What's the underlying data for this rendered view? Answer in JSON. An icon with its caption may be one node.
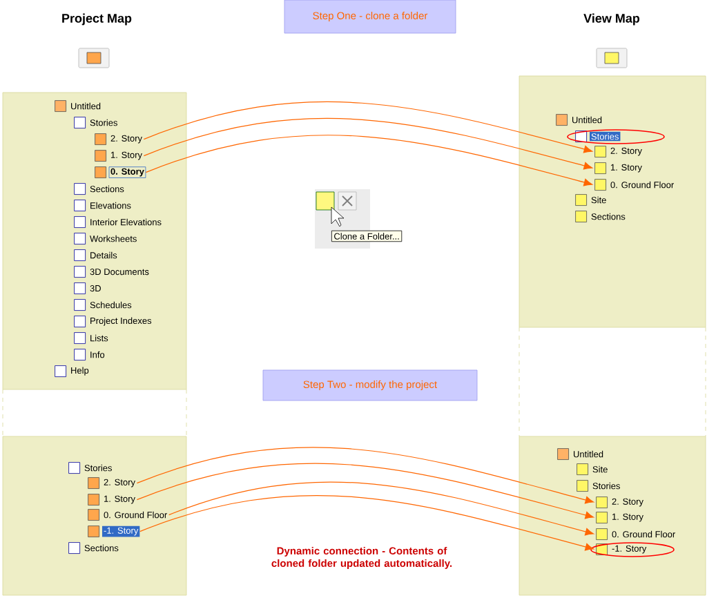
{
  "diagram": {
    "nodes": [
      {
        "text": [
          "Step One - clone a folder"
        ]
      },
      {
        "text": [
          "Step Two - modify the project"
        ]
      },
      {
        "text": [],
        "shape": "box"
      },
      {
        "text": [
          "Untitled"
        ],
        "in": 2
      },
      {
        "text": [
          "Stories"
        ],
        "in": 2
      },
      {
        "text": [
          "2. Story"
        ],
        "in": 2
      },
      {
        "text": [
          "1. Story"
        ],
        "in": 2
      },
      {
        "text": [
          "0. Story"
        ],
        "in": 2
      },
      {
        "text": [
          "Sections"
        ],
        "in": 2
      },
      {
        "text": [
          "Elevations"
        ],
        "in": 2
      },
      {
        "text": [
          "Interior Elevations"
        ],
        "in": 2
      },
      {
        "text": [
          "Worksheets"
        ],
        "in": 2
      },
      {
        "text": [
          "Details"
        ],
        "in": 2
      },
      {
        "text": [
          "3D Documents"
        ],
        "in": 2
      },
      {
        "text": [
          "3D"
        ],
        "in": 2
      },
      {
        "text": [
          "Schedules"
        ],
        "in": 2
      },
      {
        "text": [
          "Project Indexes"
        ],
        "in": 2
      },
      {
        "text": [
          "Lists"
        ],
        "in": 2
      },
      {
        "text": [
          "Info"
        ],
        "in": 2
      },
      {
        "text": [
          "Help"
        ],
        "in": 2
      },
      {
        "text": [],
        "shape": "box"
      },
      {
        "text": [
          "Untitled"
        ],
        "in": 20
      },
      {
        "text": [
          "Stories"
        ],
        "in": 20
      },
      {
        "text": [
          "2. Story"
        ],
        "in": 20
      },
      {
        "text": [
          "1. Story"
        ],
        "in": 20
      },
      {
        "text": [
          "0. Ground Floor"
        ],
        "in": 20
      },
      {
        "text": [
          "Site"
        ],
        "in": 20
      },
      {
        "text": [
          "Sections"
        ],
        "in": 20
      },
      {
        "text": [],
        "shape": "box"
      },
      {
        "text": [
          "Stories"
        ],
        "in": 28
      },
      {
        "text": [
          "2. Story"
        ],
        "in": 28
      },
      {
        "text": [
          "1. Story"
        ],
        "in": 28
      },
      {
        "text": [
          "0. Ground Floor"
        ],
        "in": 28
      },
      {
        "text": [
          "-1. Story"
        ],
        "in": 28
      },
      {
        "text": [
          "Sections"
        ],
        "in": 28
      },
      {
        "text": [],
        "shape": "box"
      },
      {
        "text": [
          "Untitled"
        ],
        "in": 35
      },
      {
        "text": [
          "Site"
        ],
        "in": 35
      },
      {
        "text": [
          "Stories"
        ],
        "in": 35
      },
      {
        "text": [
          "2. Story"
        ],
        "in": 35
      },
      {
        "text": [
          "1. Story"
        ],
        "in": 35
      },
      {
        "text": [
          "0. Ground Floor"
        ],
        "in": 35
      },
      {
        "text": [
          "-1. Story"
        ],
        "in": 35
      },
      {
        "text": [
          "Clone a Folder..."
        ]
      }
    ],
    "edges": [
      {
        "from": 5,
        "to": 23,
        "arrow": "to"
      },
      {
        "from": 6,
        "to": 24,
        "arrow": "to"
      },
      {
        "from": 7,
        "to": 25,
        "arrow": "to"
      },
      {
        "from": 30,
        "to": 39,
        "arrow": "to"
      },
      {
        "from": 31,
        "to": 40,
        "arrow": "to"
      },
      {
        "from": 32,
        "to": 41,
        "arrow": "to"
      },
      {
        "from": 33,
        "to": 42,
        "arrow": "to"
      }
    ],
    "labels": [
      "Project Map",
      "View Map",
      "Dynamic connection - Contents of cloned folder updated automatically."
    ]
  }
}
